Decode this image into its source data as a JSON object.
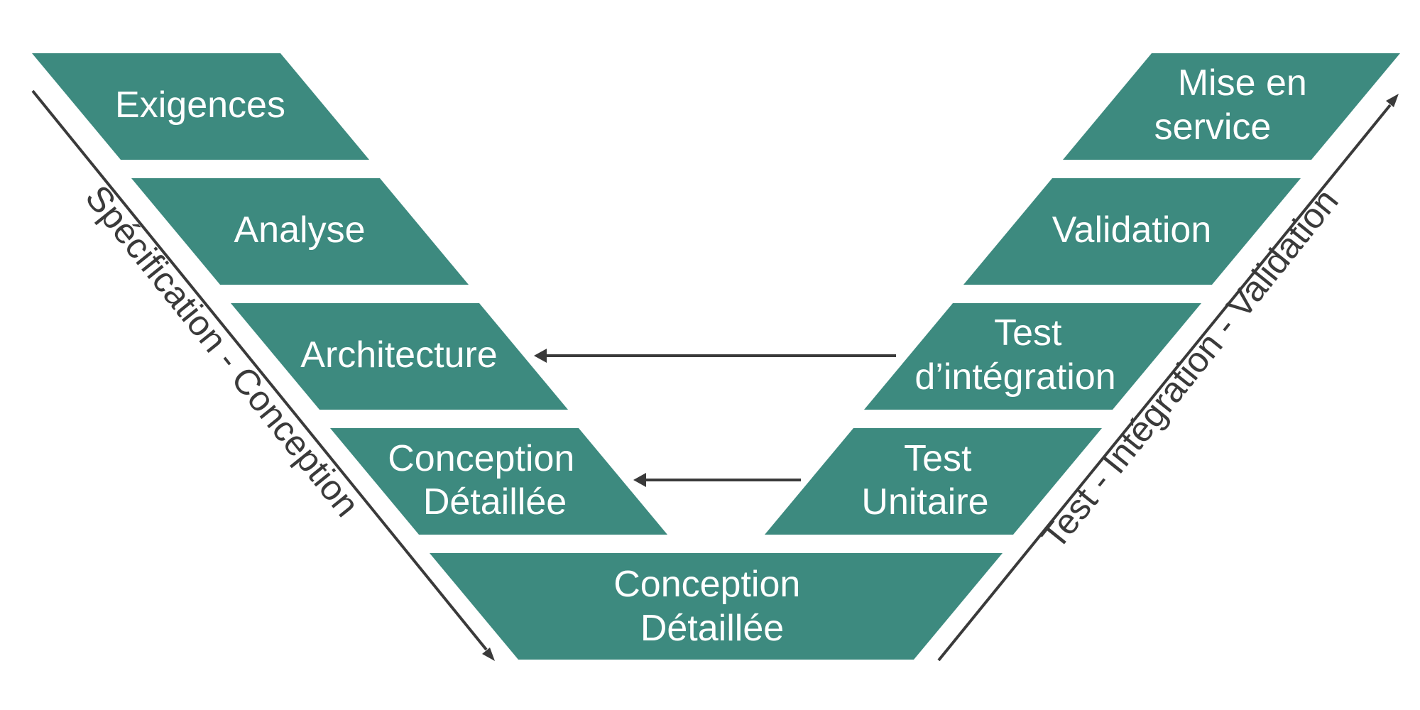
{
  "left_branch": {
    "label": "Spécification - Conception",
    "boxes": [
      {
        "lines": [
          "Exigences"
        ]
      },
      {
        "lines": [
          "Analyse"
        ]
      },
      {
        "lines": [
          "Architecture"
        ]
      },
      {
        "lines": [
          "Conception",
          "Détaillée"
        ]
      }
    ]
  },
  "bottom_box": {
    "lines": [
      "Conception",
      "Détaillée"
    ]
  },
  "right_branch": {
    "label": "Test - Intégration - Validation",
    "boxes": [
      {
        "lines": [
          "Mise en",
          "service"
        ]
      },
      {
        "lines": [
          "Validation"
        ]
      },
      {
        "lines": [
          "Test",
          "d’intégration"
        ]
      },
      {
        "lines": [
          "Test",
          "Unitaire"
        ]
      }
    ]
  },
  "colors": {
    "box": "#3d8a7f",
    "box_text": "#ffffff",
    "line": "#3a3a3a"
  }
}
